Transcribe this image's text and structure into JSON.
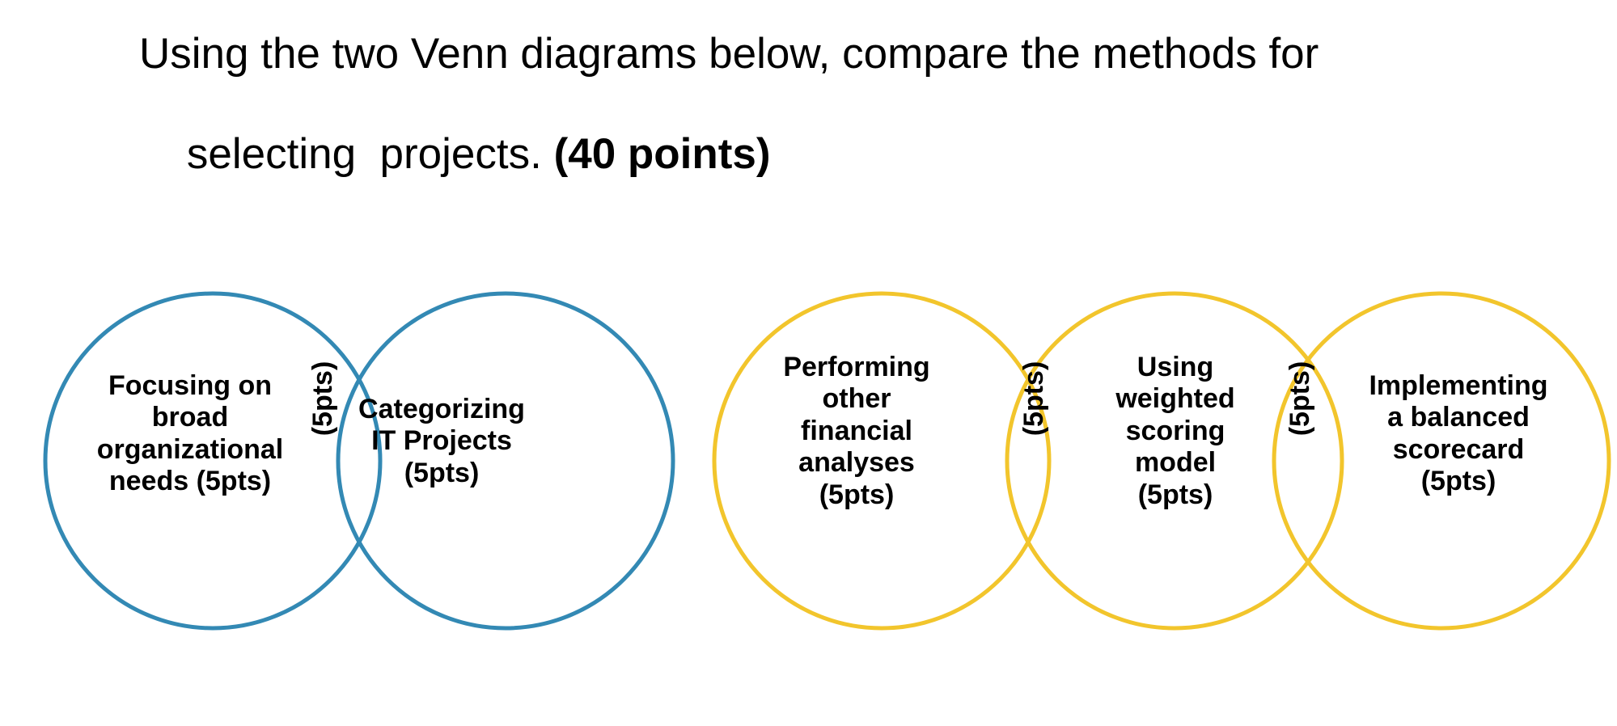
{
  "slide": {
    "background_color": "#ffffff",
    "title": {
      "line_1": "Using the two Venn diagrams below, compare the methods for",
      "line_2_normal": "selecting  projects. ",
      "line_2_bold": "(40 points)"
    }
  },
  "colors": {
    "blue_circle_stroke": "#3389B4",
    "yellow_circle_stroke": "#F2C52C",
    "text": "#000000",
    "background": "#ffffff"
  },
  "diagrams": [
    {
      "name": "blue-venn",
      "stroke_color": "#3389B4",
      "circles": [
        {
          "label": "Focusing on\nbroad\norganizational\nneeds (5pts)",
          "points": "5pts"
        },
        {
          "label": "Categorizing\nIT Projects\n(5pts)",
          "points": "5pts"
        }
      ],
      "overlaps": [
        {
          "label": "(5pts)"
        }
      ]
    },
    {
      "name": "yellow-venn",
      "stroke_color": "#F2C52C",
      "circles": [
        {
          "label": "Performing\nother\nfinancial\nanalyses\n(5pts)",
          "points": "5pts"
        },
        {
          "label": "Using\nweighted\nscoring\nmodel\n(5pts)",
          "points": "5pts"
        },
        {
          "label": "Implementing\na balanced\nscorecard\n(5pts)",
          "points": "5pts"
        }
      ],
      "overlaps": [
        {
          "label": "(5pts)"
        },
        {
          "label": "(5pts)"
        }
      ]
    }
  ],
  "labels": {
    "focusing": "Focusing on\nbroad\norganizational\nneeds (5pts)",
    "categorizing": "Categorizing\nIT Projects\n(5pts)",
    "performing": "Performing\nother\nfinancial\nanalyses\n(5pts)",
    "weighted": "Using\nweighted\nscoring\nmodel\n(5pts)",
    "scorecard": "Implementing\na balanced\nscorecard\n(5pts)",
    "overlap_blue": "(5pts)",
    "overlap_yellow_1": "(5pts)",
    "overlap_yellow_2": "(5pts)"
  }
}
